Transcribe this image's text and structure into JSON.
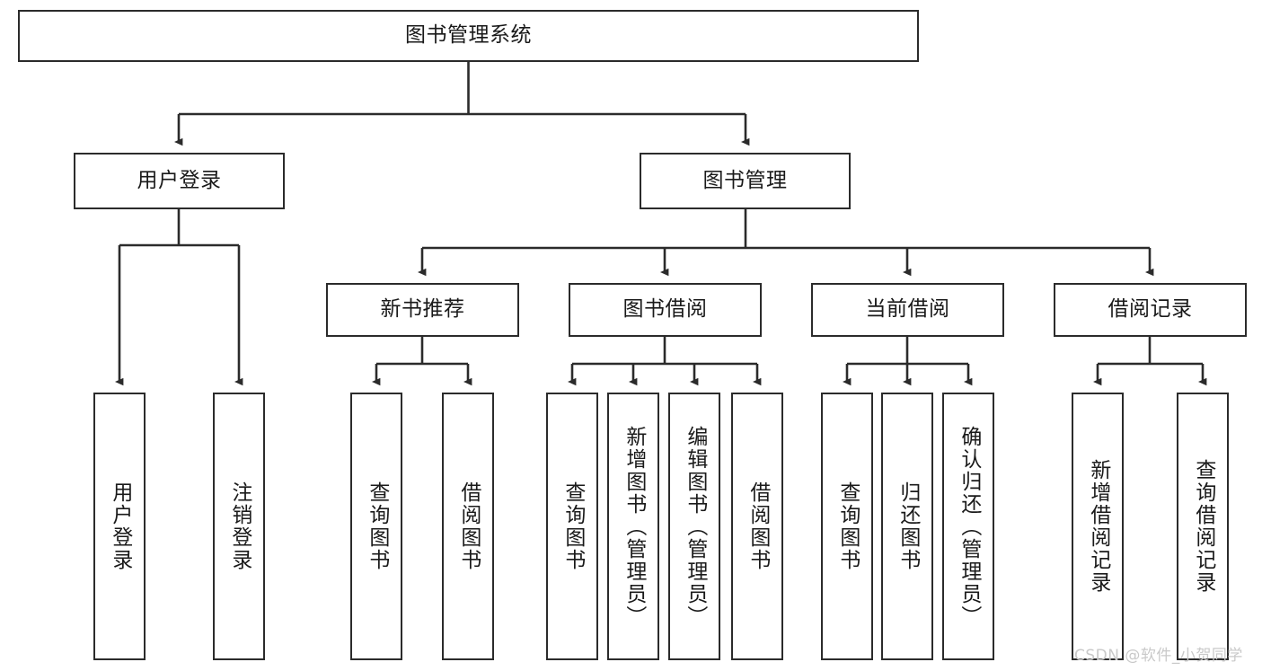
{
  "diagram": {
    "title": "图书管理系统",
    "type": "tree-hierarchy-diagram",
    "orientation": "top-down",
    "colors": {
      "stroke": "#2b2b2b",
      "fill": "#ffffff",
      "text": "#1a1a1a",
      "watermark": "#c9c9c9"
    },
    "root": {
      "label": "图书管理系统"
    },
    "level2": [
      {
        "id": "user-login",
        "label": "用户登录"
      },
      {
        "id": "book-management",
        "label": "图书管理"
      }
    ],
    "level3": [
      {
        "id": "new-book-recommend",
        "label": "新书推荐"
      },
      {
        "id": "book-borrow",
        "label": "图书借阅"
      },
      {
        "id": "current-borrow",
        "label": "当前借阅"
      },
      {
        "id": "borrow-record",
        "label": "借阅记录"
      }
    ],
    "leaves": {
      "user_login": [
        {
          "id": "leaf-user-login",
          "label": "用户登录"
        },
        {
          "id": "leaf-user-logout",
          "label": "注销登录"
        }
      ],
      "new_book_recommend": [
        {
          "id": "leaf-query-book-1",
          "label": "查询图书"
        },
        {
          "id": "leaf-borrow-book-1",
          "label": "借阅图书"
        }
      ],
      "book_borrow": [
        {
          "id": "leaf-query-book-2",
          "label": "查询图书"
        },
        {
          "id": "leaf-add-book",
          "label": "新增图书（管理员）"
        },
        {
          "id": "leaf-edit-book",
          "label": "编辑图书（管理员）"
        },
        {
          "id": "leaf-borrow-book-2",
          "label": "借阅图书"
        }
      ],
      "current_borrow": [
        {
          "id": "leaf-query-book-3",
          "label": "查询图书"
        },
        {
          "id": "leaf-return-book",
          "label": "归还图书"
        },
        {
          "id": "leaf-confirm-return",
          "label": "确认归还（管理员）"
        }
      ],
      "borrow_record": [
        {
          "id": "leaf-add-record",
          "label": "新增借阅记录"
        },
        {
          "id": "leaf-query-record",
          "label": "查询借阅记录"
        }
      ]
    },
    "watermark": "CSDN @软件_小贺同学"
  }
}
